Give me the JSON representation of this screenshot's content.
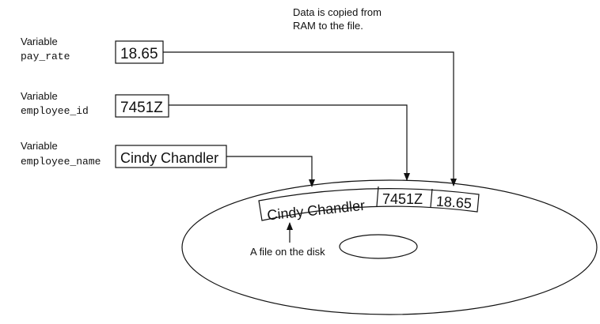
{
  "note": {
    "line1": "Data is copied from",
    "line2": "RAM to the file."
  },
  "variables": [
    {
      "label": "Variable",
      "name": "pay_rate",
      "value": "18.65"
    },
    {
      "label": "Variable",
      "name": "employee_id",
      "value": "7451Z"
    },
    {
      "label": "Variable",
      "name": "employee_name",
      "value": "Cindy Chandler"
    }
  ],
  "disk": {
    "record": [
      "Cindy Chandler",
      "7451Z",
      "18.65"
    ],
    "caption": "A file on the disk"
  },
  "colors": {
    "stroke": "#111111",
    "background": "#ffffff"
  }
}
